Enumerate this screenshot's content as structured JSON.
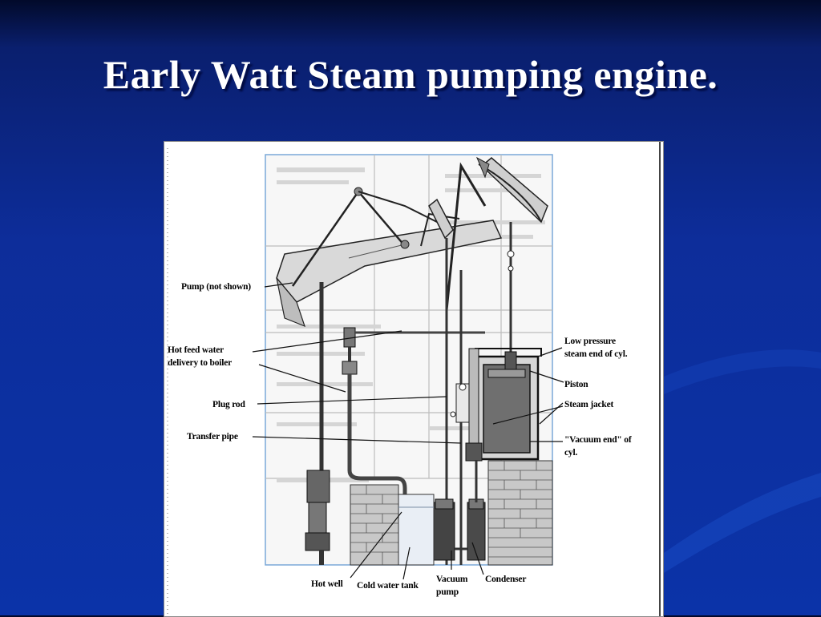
{
  "slide": {
    "title": "Early Watt Steam pumping engine."
  },
  "diagram": {
    "labels": {
      "pump": "Pump (not shown)",
      "hot_feed_1": "Hot feed water",
      "hot_feed_2": "delivery to boiler",
      "plug_rod": "Plug rod",
      "transfer_pipe": "Transfer pipe",
      "low_pressure_1": "Low pressure",
      "low_pressure_2": "steam end of cyl.",
      "piston": "Piston",
      "steam_jacket": "Steam jacket",
      "vacuum_end_1": "\"Vacuum end\" of",
      "vacuum_end_2": "cyl.",
      "hot_well": "Hot well",
      "cold_water_tank": "Cold water tank",
      "vacuum_pump_1": "Vacuum",
      "vacuum_pump_2": "pump",
      "condenser": "Condenser"
    }
  },
  "colors": {
    "background": "#0b33a8",
    "title": "#ffffff",
    "figure_border": "#7aa8d8"
  }
}
